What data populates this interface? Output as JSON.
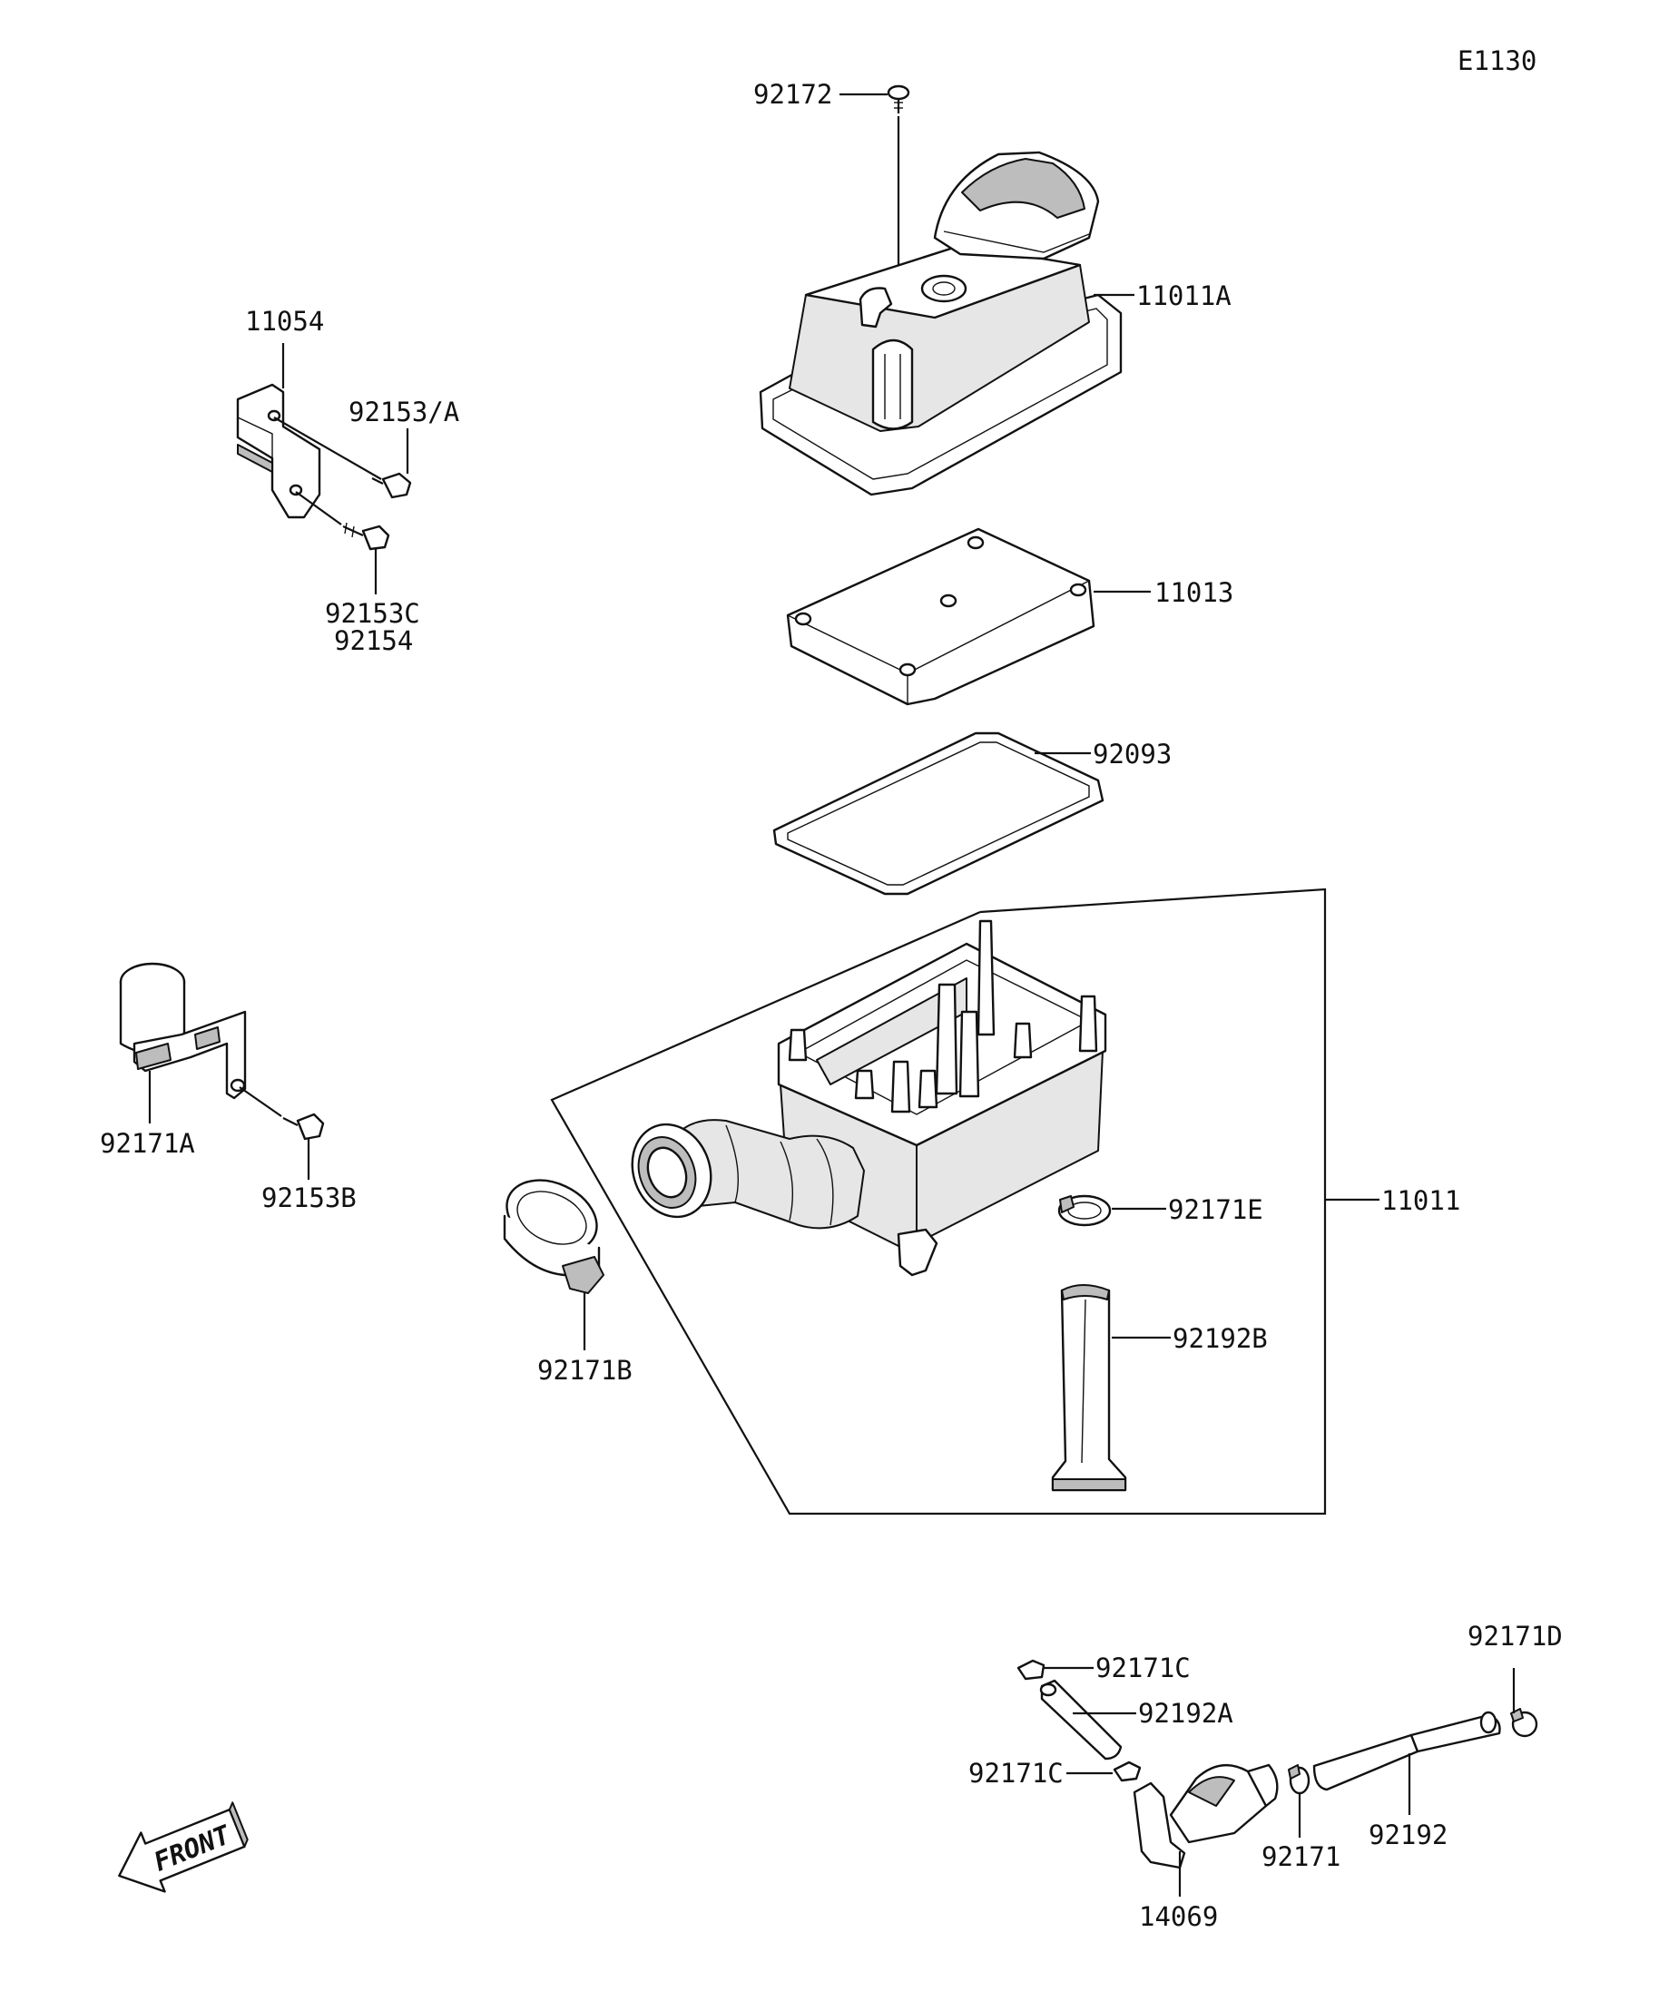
{
  "diagram_code": "E1130",
  "labels": {
    "p92172": "92172",
    "p11011A": "11011A",
    "p11054": "11054",
    "p92153A": "92153/A",
    "p92153C": "92153C",
    "p92154": "92154",
    "p11013": "11013",
    "p92093": "92093",
    "p92171A": "92171A",
    "p92153B": "92153B",
    "p92171B": "92171B",
    "p92171E": "92171E",
    "p11011": "11011",
    "p92192B": "92192B",
    "p92171D": "92171D",
    "p92171C_top": "92171C",
    "p92192A": "92192A",
    "p92171C_bottom": "92171C",
    "p92192": "92192",
    "p92171": "92171",
    "p14069": "14069"
  },
  "front_arrow_text": "FRONT"
}
